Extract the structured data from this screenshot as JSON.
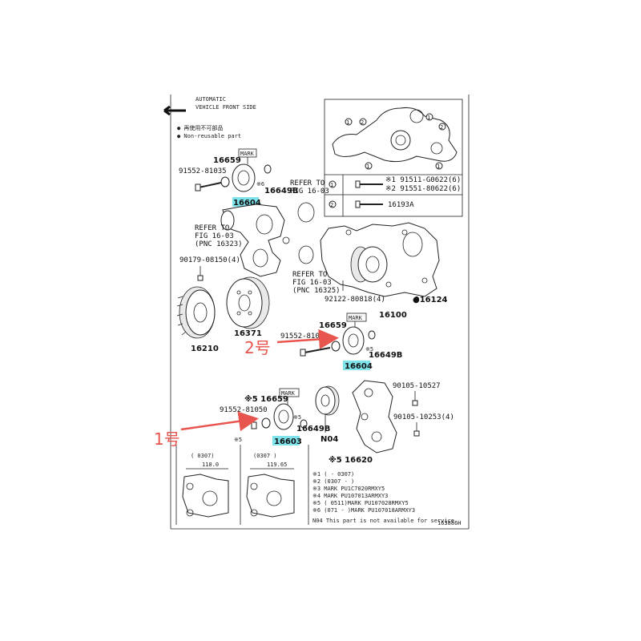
{
  "header": {
    "arrow_label": "VEHICLE FRONT SIDE",
    "top_label": "AUTOMATIC",
    "legend": [
      "● 再使用不可部品",
      "● Non-reusable part"
    ]
  },
  "inset": {
    "items": [
      {
        "no": "1",
        "parts": [
          "※1 91511-G0622(6)",
          "※2 91551-80622(6)"
        ]
      },
      {
        "no": "2",
        "parts": [
          "16193A"
        ]
      }
    ]
  },
  "labels": {
    "p16659_top": "16659",
    "mark_top": "MARK",
    "p91552_81035": "91552-81035",
    "p16604_top": "16604",
    "p16649B_top": "16649B",
    "s6_top": "※6",
    "refer_a1": "REFER TO",
    "refer_a2": "FIG 16-03",
    "refer_b1": "REFER TO",
    "refer_b2": "FIG 16-03",
    "refer_b3": "(PNC 16323)",
    "p90179": "90179-08150(4)",
    "refer_c1": "REFER TO",
    "refer_c2": "FIG 16-03",
    "refer_c3": "(PNC 16325)",
    "p92122": "92122-80818(4)",
    "p16124": "●16124",
    "p16100": "16100",
    "p16371": "16371",
    "p16210": "16210",
    "p16659_mid": "16659",
    "mark_mid": "MARK",
    "p91552_mid": "91552-810",
    "p16604_mid": "16604",
    "p16649B_mid": "16649B",
    "s5_mid": "※5",
    "p16659_low": "※5 16659",
    "mark_low": "MARK",
    "p91552_81050": "91552-81050",
    "s5_low": "※5",
    "p16603": "16603",
    "p16649B_low": "16649B",
    "s5_low2": "※5",
    "n04": "N04",
    "p16620": "※5 16620",
    "p90105_10527": "90105-10527",
    "p90105_10253": "90105-10253(4)",
    "dim1_a": "(      0307)",
    "dim1_b": "118.0",
    "dim2_a": "(0307    )",
    "dim2_b": "119.65",
    "dia_code": "163886H"
  },
  "notes": [
    "※1 (       - 0307)",
    "※2 (0307   -      )",
    "※3 MARK PU1C7020RMXY5",
    "※4 MARK PU107013ARMXY3",
    "※5 (       0511)MARK PU107028RMXY5",
    "※6 (071   -     )MARK PU107018ARMXY3",
    "N04 This part is not available for service"
  ],
  "annotations": {
    "arrow1": "1号",
    "arrow2": "2号",
    "arrow_color": "#e8554e",
    "highlight_color": "#7fe3ec"
  }
}
